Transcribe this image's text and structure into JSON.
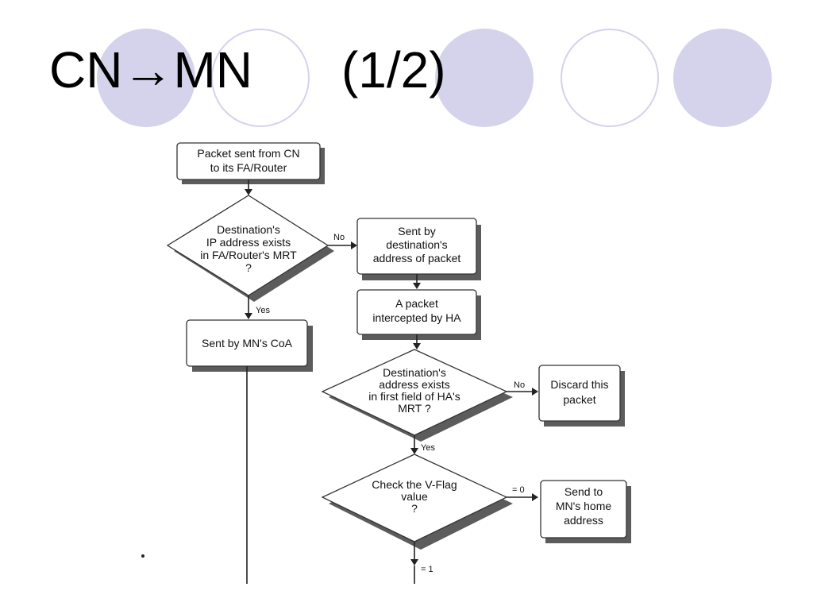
{
  "slide": {
    "title_left": "CN→MN",
    "title_right": "(1/2)",
    "decor_color": "#d4d3eb"
  },
  "flowchart": {
    "start": [
      "Packet sent from CN",
      "to its FA/Router"
    ],
    "decision1": [
      "Destination's",
      "IP address exists",
      "in FA/Router's MRT",
      "?"
    ],
    "no1": "No",
    "yes1": "Yes",
    "sent_dest": [
      "Sent by",
      "destination's",
      "address of packet"
    ],
    "sent_coa": "Sent by MN's CoA",
    "intercepted": [
      "A packet",
      "intercepted by HA"
    ],
    "decision2": [
      "Destination's",
      "address exists",
      "in first field of HA's",
      "MRT ?"
    ],
    "no2": "No",
    "discard": [
      "Discard this",
      "packet"
    ],
    "yes2": "Yes",
    "decision3": [
      "Check the V-Flag",
      "value",
      "?"
    ],
    "eq0": "= 0",
    "send_home": [
      "Send to",
      "MN's home",
      "address"
    ],
    "eq1": "= 1"
  }
}
